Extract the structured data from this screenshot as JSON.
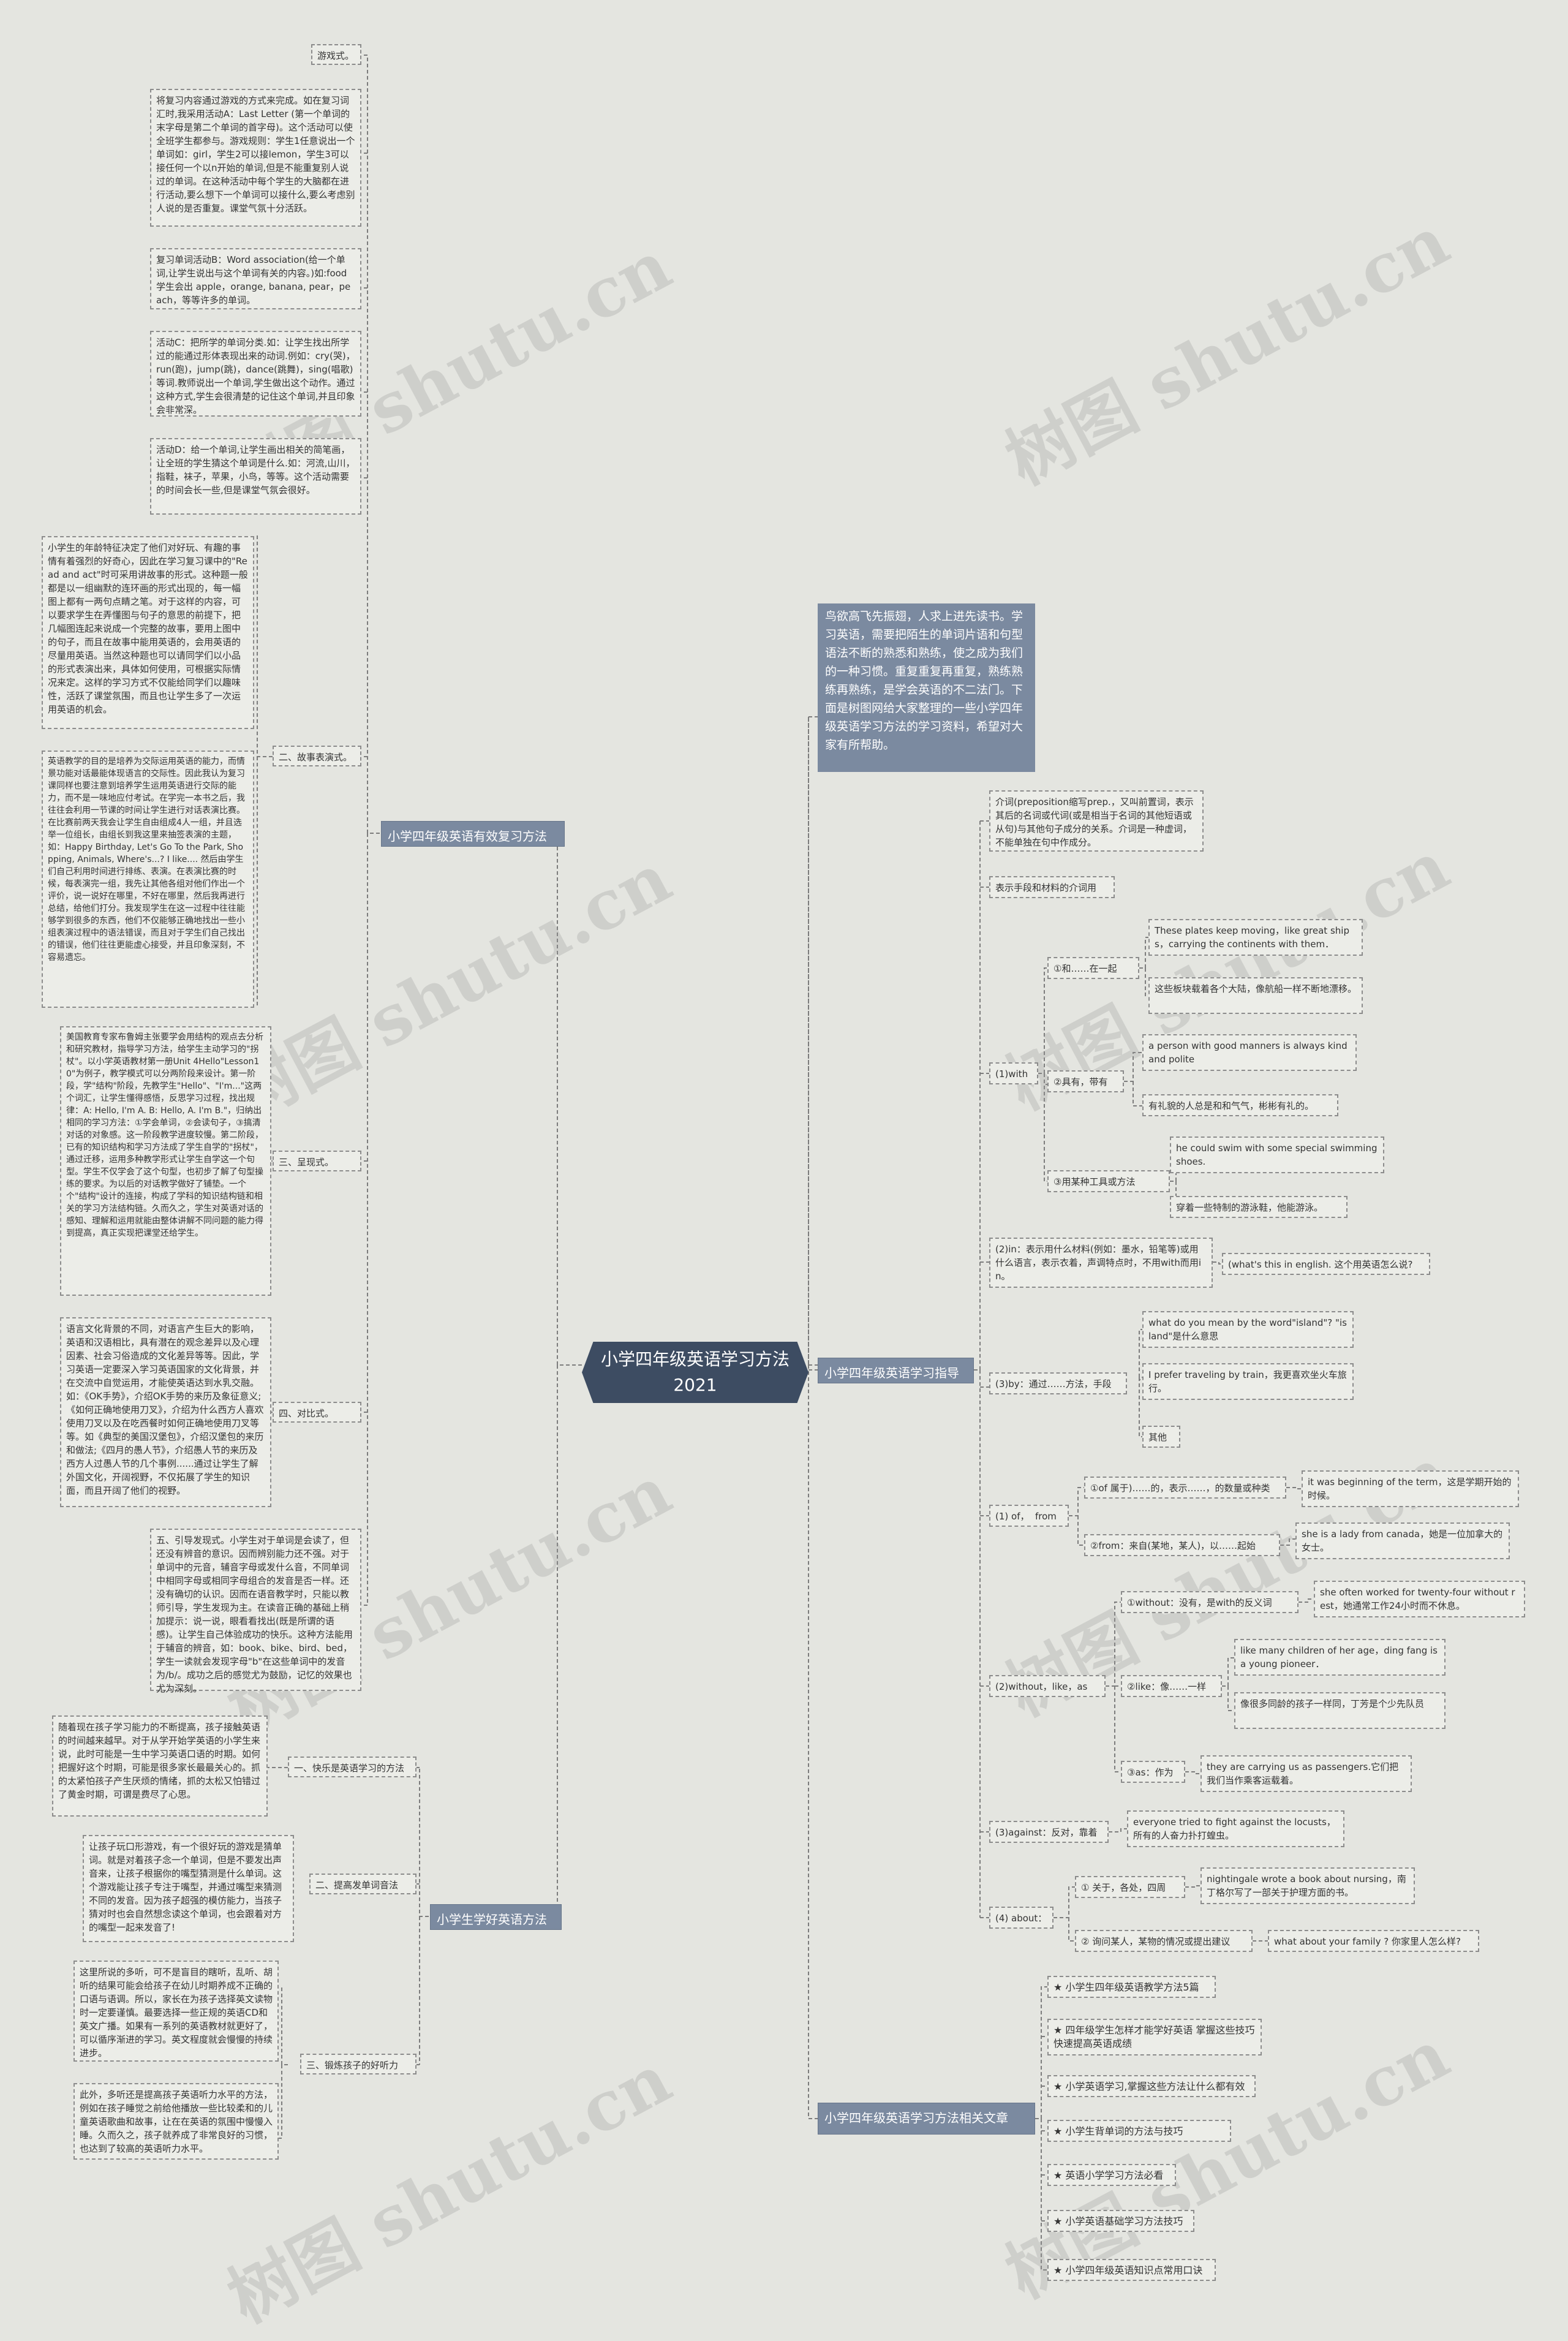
{
  "root": "小学四年级英语学习方法2021",
  "intro": "鸟欲高飞先振翅，人求上进先读书。学习英语，需要把陌生的单词片语和句型语法不断的熟悉和熟练，使之成为我们的一种习惯。重复重复再重复，熟练熟练再熟练，是学会英语的不二法门。下面是树图网给大家整理的一些小学四年级英语学习方法的学习资料，希望对大家有所帮助。",
  "watermark": "树图 shutu.cn",
  "branches": {
    "review": "小学四年级英语有效复习方法",
    "guide": "小学四年级英语学习指导",
    "good": "小学生学好英语方法",
    "related": "小学四年级英语学习方法相关文章"
  },
  "review": {
    "game_tail": "游戏式。",
    "act_a": "将复习内容通过游戏的方式来完成。如在复习词汇时,我采用活动A：Last Letter (第一个单词的末字母是第二个单词的首字母)。这个活动可以使全班学生都参与。游戏规则：学生1任意说出一个单词如：girl，学生2可以接lemon，学生3可以接任何一个以n开始的单词,但是不能重复别人说过的单词。在这种活动中每个学生的大脑都在进行活动,要么想下一个单词可以接什么,要么考虑别人说的是否重复。课堂气氛十分活跃。",
    "act_b": "复习单词活动B：Word association(给一个单词,让学生说出与这个单词有关的内容。)如:food 学生会出 apple，orange, banana, pear，peach，等等许多的单词。",
    "act_c": "活动C：把所学的单词分类.如：让学生找出所学过的能通过形体表现出来的动词.例如：cry(哭)，run(跑)，jump(跳)，dance(跳舞)，sing(唱歌)等词.教师说出一个单词,学生做出这个动作。通过这种方式,学生会很清楚的记住这个单词,并且印象会非常深。",
    "act_d": "活动D：给一个单词,让学生画出相关的简笔画，让全班的学生猜这个单词是什么.如：河流,山川，指鞋，袜子，苹果，小鸟，等等。这个活动需要的时间会长一些,但是课堂气氛会很好。",
    "story_text": "小学生的年龄特征决定了他们对好玩、有趣的事情有着强烈的好奇心，因此在学习复习课中的\"Read and act\"时可采用讲故事的形式。这种题一般都是以一组幽默的连环画的形式出现的，每一幅图上都有一两句点睛之笔。对于这样的内容，可以要求学生在弄懂图与句子的意思的前提下，把几幅图连起来说成一个完整的故事，要用上图中的句子，而且在故事中能用英语的，会用英语的尽量用英语。当然这种题也可以请同学们以小品的形式表演出来，具体如何使用，可根据实际情况来定。这样的学习方式不仅能给同学们以趣味性，活跃了课堂氛围，而且也让学生多了一次运用英语的机会。",
    "story_label": "二、故事表演式。",
    "show_text": "英语教学的目的是培养为交际运用英语的能力，而情景功能对话最能体现语言的交际性。因此我认为复习课同样也要注意到培养学生运用英语进行交际的能力，而不是一味地应付考试。在学完一本书之后，我往往会利用一节课的时间让学生进行对话表演比赛。在比赛前两天我会让学生自由组成4人一组，并且选举一位组长，由组长到我这里来抽签表演的主题，如：Happy Birthday, Let's Go To the Park, Shopping, Animals, Where's...? I like.... 然后由学生们自己利用时间进行排练、表演。在表演比赛的时候，每表演完一组，我先让其他各组对他们作出一个评价，说一说好在哪里，不好在哪里，然后我再进行总结，给他们打分。我发现学生在这一过程中往往能够学到很多的东西，他们不仅能够正确地找出一些小组表演过程中的语法错误，而且对于学生们自己找出的错误，他们往往更能虚心接受，并且印象深刻，不容易遗忘。",
    "show_label": "三、呈现式。",
    "compare_text": "美国教育专家布鲁姆主张要学会用结构的观点去分析和研究教材，指导学习方法，给学生主动学习的\"拐杖\"。以小学英语教材第一册Unit 4Hello\"Lesson10\"为例子，教学模式可以分两阶段来设计。第一阶段，学\"结构\"阶段，先教学生\"Hello\"、\"I'm...\"这两个词汇，让学生懂得感悟，反思学习过程，找出规律：A: Hello, I'm A. B: Hello, A. I'm B.\"，归纳出相同的学习方法：①学会单词，②会读句子，③搞清对话的对象感。这一阶段教学进度较慢。第二阶段，已有的知识结构和学习方法成了学生自学的\"拐杖\"，通过迁移，运用多种教学形式让学生自学这一个句型。学生不仅学会了这个句型，也初步了解了句型操练的要求。为以后的对话教学做好了铺垫。一个个\"结构\"设计的连接，构成了学科的知识结构链和相关的学习方法结构链。久而久之，学生对英语对话的感知、理解和运用就能由整体讲解不同问题的能力得到提高，真正实现把课堂还给学生。",
    "compare_label": "四、对比式。",
    "cross_text": "语言文化背景的不同，对语言产生巨大的影响，英语和汉语相比，具有潜在的观念差异以及心理因素、社会习俗造成的文化差异等等。因此，学习英语一定要深入学习英语国家的文化背景，并在交流中自觉运用，才能使英语达到水乳交融。如：《OK手势》，介绍OK手势的来历及象征意义;《如何正确地使用刀叉》，介绍为什么西方人喜欢使用刀叉以及在吃西餐时如何正确地使用刀叉等等。如《典型的美国汉堡包》，介绍汉堡包的来历和做法;《四月的愚人节》，介绍愚人节的来历及西方人过愚人节的几个事例......通过让学生了解外国文化，开阔视野，不仅拓展了学生的知识面，而且开阔了他们的视野。",
    "phonics_text": "五、引导发现式。小学生对于单词是会读了，但还没有辨音的意识。因而辨别能力还不强。对于单词中的元音，辅音字母或发什么音，不同单词中相同字母或相同字母组合的发音是否一样。还没有确切的认识。因而在语音教学时，只能以教师引导，学生发现为主。在读音正确的基础上稍加提示：说一说，眼看看找出(既是所谓的语感)。让学生自己体验成功的快乐。这种方法能用于辅音的辨音，如：book、bike、bird、bed，学生一读就会发现字母\"b\"在这些单词中的发音为/b/。成功之后的感觉尤为鼓励，记忆的效果也尤为深刻。"
  },
  "good": {
    "happy_text": "随着现在孩子学习能力的不断提高，孩子接触英语的时间越来越早。对于从学开始学英语的小学生来说，此时可能是一生中学习英语口语的时期。如何把握好这个时期，可能是很多家长最最关心的。抓的太紧怕孩子产生厌烦的情绪，抓的太松又怕错过了黄金时期，可谓是费尽了心思。",
    "happy_label": "一、快乐是英语学习的方法",
    "word_text": "让孩子玩口形游戏，有一个很好玩的游戏是猜单词。就是对着孩子念一个单词，但是不要发出声音来，让孩子根据你的嘴型猜测是什么单词。这个游戏能让孩子专注于嘴型，并通过嘴型来猜测不同的发音。因为孩子超强的模仿能力，当孩子猜对时也会自然想念读这个单词，也会跟着对方的嘴型一起来发音了!",
    "word_label": "二、提高发单词音法",
    "listen_text1": "这里所说的多听，可不是盲目的瞎听，乱听、胡听的结果可能会给孩子在幼儿时期养成不正确的口语与语调。所以，家长在为孩子选择英文读物时一定要谨慎。最要选择一些正规的英语CD和英文广播。如果有一系列的英语教材就更好了，可以循序渐进的学习。英文程度就会慢慢的持续进步。",
    "listen_label": "三、锻炼孩子的好听力",
    "listen_text2": "此外，多听还是提高孩子英语听力水平的方法，例如在孩子睡觉之前给他播放一些比较柔和的儿童英语歌曲和故事，让在在英语的氛围中慢慢入睡。久而久之，孩子就养成了非常良好的习惯，也达到了较高的英语听力水平。"
  },
  "guide": {
    "prep_def": "介词(preposition缩写prep.，又叫前置词，表示其后的名词或代词(或是相当于名词的其他短语或从句)与其他句子成分的关系。介词是一种虚词，不能单独在句中作成分。",
    "prep_use": "表示手段和材料的介词用",
    "with_label": "(1)with",
    "with1_label": "①和……在一起",
    "with1_en": "These plates keep moving，like great ships，carrying the continents with them．",
    "with1_zh": "这些板块载着各个大陆，像航船一样不断地漂移。",
    "with2_label": "②具有，带有",
    "with2_en": "a person with good manners is always kind and polite",
    "with2_zh": "有礼貌的人总是和和气气，彬彬有礼的。",
    "with3_label": "③用某种工具或方法",
    "with3_en": "he could swim with some special swimming shoes.",
    "with3_zh": "穿着一些特制的游泳鞋，他能游泳。",
    "in_label": "(2)in：表示用什么材料(例如：墨水，铅笔等)或用什么语言，表示衣着，声调特点时，不用with而用in。",
    "in_ex": "(what's this in english. 这个用英语怎么说?",
    "by_label": "(3)by：通过……方法，手段",
    "by_ex1": "what do you mean by the word\"island\"? \"island\"是什么意思",
    "by_ex2": "I prefer traveling by train，我更喜欢坐火车旅行。",
    "by_ex3": "其他",
    "of_label": "(1) of，  from",
    "of1_label": "①of 属于)……的，表示……，的数量或种类",
    "of1_ex": "it was beginning of the term，这是学期开始的时候。",
    "from_label": "②from：来自(某地，某人)，以……起始",
    "from_ex": "she is a lady from canada，她是一位加拿大的女士。",
    "wl_label": "(2)without，like，as",
    "without_label": "①without：没有，是with的反义词",
    "without_ex": "she often worked for twenty-four without rest，她通常工作24小时而不休息。",
    "like_label": "②like：像……一样",
    "like_en": "like many children of her age，ding fang is a young pioneer．",
    "like_zh": "像很多同龄的孩子一样同，丁芳是个少先队员",
    "as_label": "③as：作为",
    "as_ex": "they are carrying us as passengers.它们把我们当作乘客运载着。",
    "against_label": "(3)against：反对，靠着",
    "against_ex": "everyone tried to fight against the locusts，所有的人奋力扑打蝗虫。",
    "about_label": "(4) about：",
    "about1_label": "① 关于，各处，四周",
    "about1_ex": "nightingale wrote a book about nursing，南丁格尔写了一部关于护理方面的书。",
    "about2_label": "② 询问某人，某物的情况或提出建议",
    "about2_ex": "what about your family ? 你家里人怎么样?"
  },
  "related": [
    "★ 小学生四年级英语教学方法5篇",
    "★ 四年级学生怎样才能学好英语 掌握这些技巧快速提高英语成绩",
    "★ 小学英语学习,掌握这些方法让什么都有效",
    "★ 小学生背单词的方法与技巧",
    "★ 英语小学学习方法必看",
    "★ 小学英语基础学习方法技巧",
    "★ 小学四年级英语知识点常用口诀"
  ]
}
